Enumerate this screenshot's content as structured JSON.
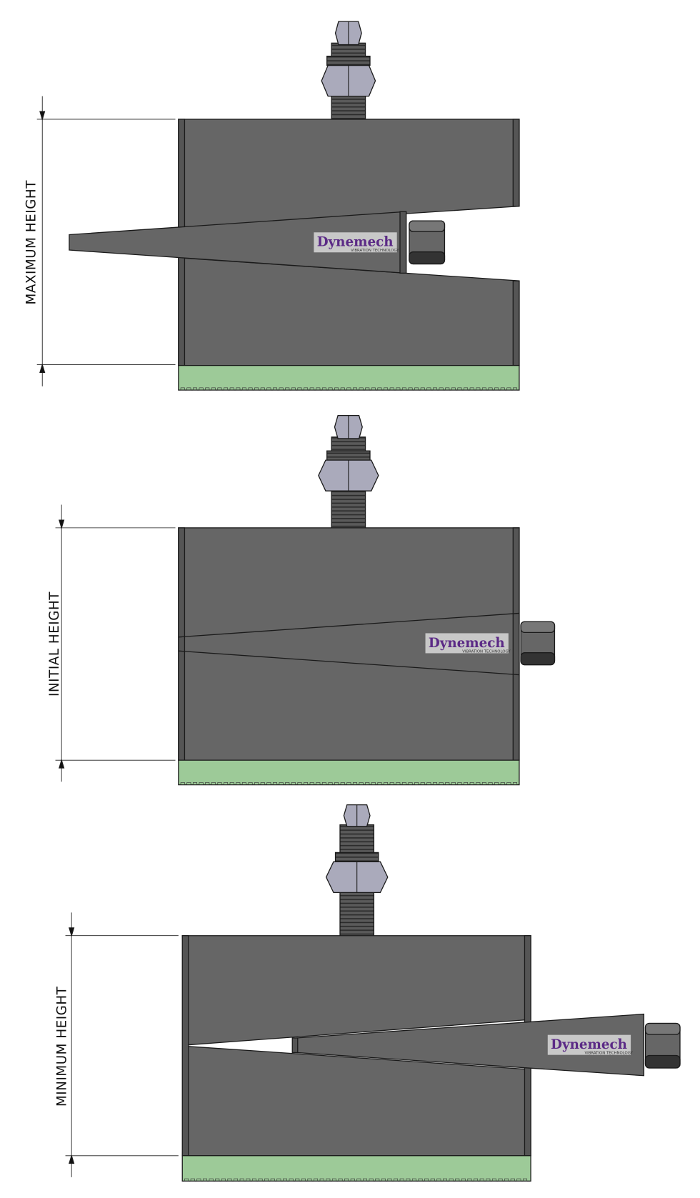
{
  "logo": {
    "name": "Dynemech",
    "tagline": "VIBRATION TECHNOLOGY"
  },
  "colors": {
    "body": "#666666",
    "outline": "#1a1a1a",
    "base_pad": "#9dca98",
    "nut": "#aaaabb",
    "dark_nut": "#555555",
    "logo_text": "#5b2a86"
  },
  "views": [
    {
      "id": "maximum",
      "label": "MAXIMUM HEIGHT"
    },
    {
      "id": "initial",
      "label": "INITIAL HEIGHT"
    },
    {
      "id": "minimum",
      "label": "MINIMUM HEIGHT"
    }
  ]
}
